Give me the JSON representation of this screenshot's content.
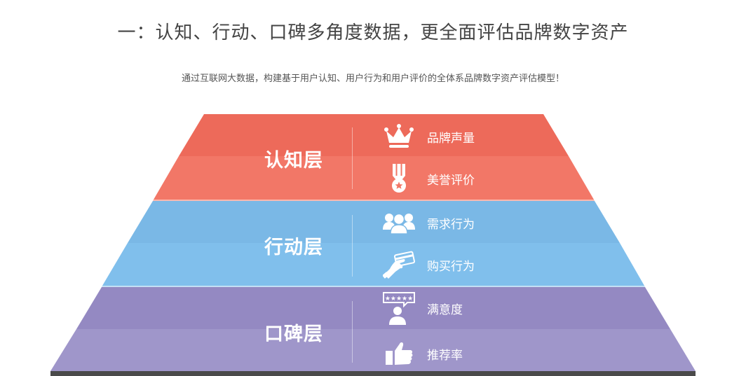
{
  "header": {
    "title": "一：认知、行动、口碑多角度数据，更全面评估品牌数字资产",
    "subtitle": "通过互联网大数据，构建基于用户认知、用户行为和用户评价的全体系品牌数字资产评估模型！"
  },
  "pyramid": {
    "layers": [
      {
        "label": "认知层",
        "color_top": "#ed6a5a",
        "color_bottom": "#f27767",
        "items": [
          {
            "label": "品牌声量",
            "icon": "crown-icon"
          },
          {
            "label": "美誉评价",
            "icon": "medal-icon"
          }
        ]
      },
      {
        "label": "行动层",
        "color_top": "#7ab8e6",
        "color_bottom": "#80bfec",
        "items": [
          {
            "label": "需求行为",
            "icon": "users-group-icon"
          },
          {
            "label": "购买行为",
            "icon": "hand-card-icon"
          }
        ]
      },
      {
        "label": "口碑层",
        "color_top": "#9489c2",
        "color_bottom": "#9f96ca",
        "items": [
          {
            "label": "满意度",
            "icon": "rating-user-icon"
          },
          {
            "label": "推荐率",
            "icon": "thumbs-up-icon"
          }
        ]
      }
    ],
    "base_color": "#4a4a4a"
  }
}
